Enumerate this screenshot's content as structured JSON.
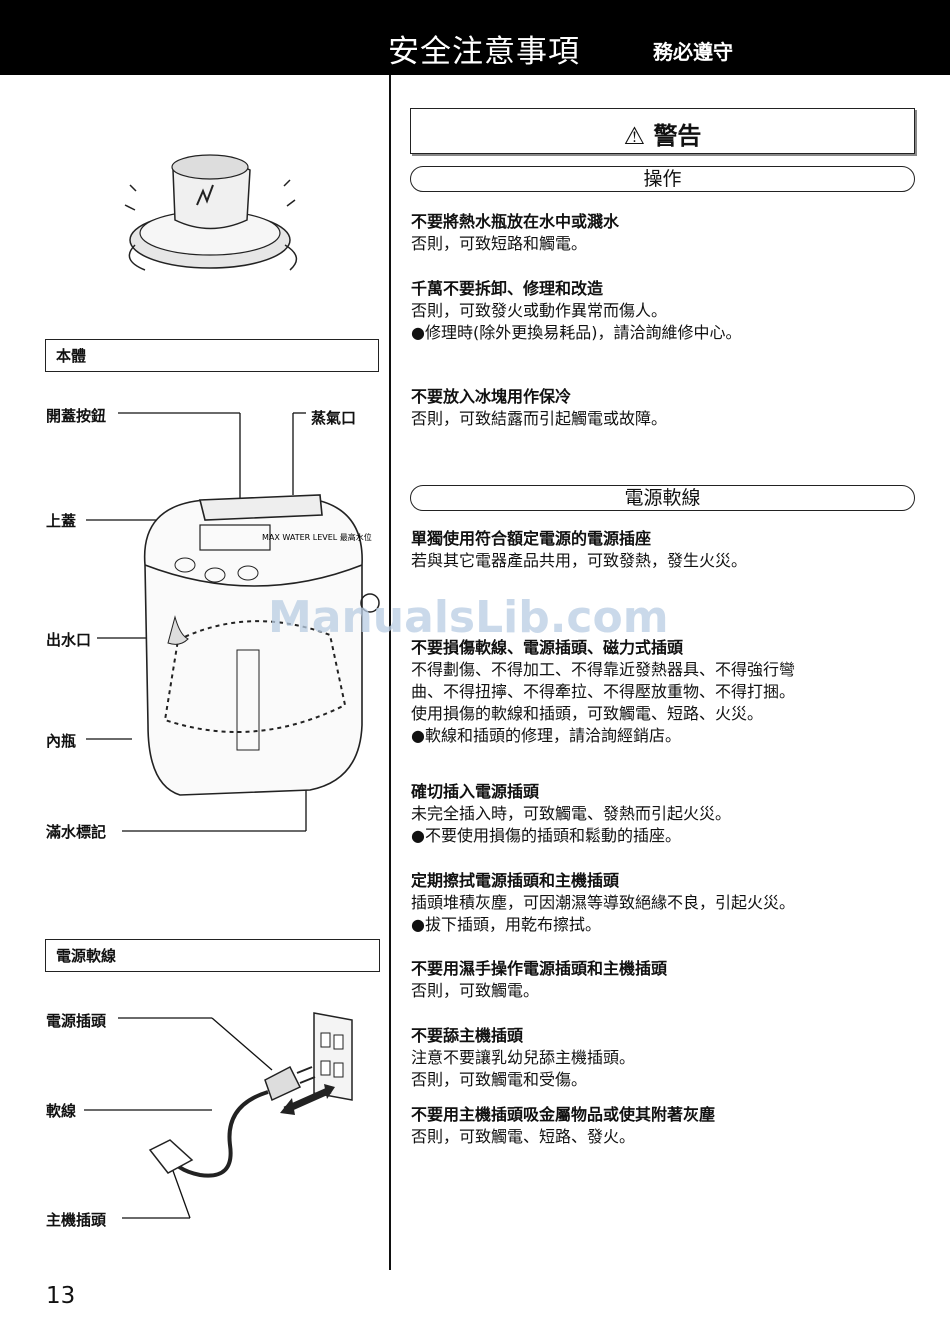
{
  "header": {
    "title": "安全注意事項",
    "subtitle": "務必遵守"
  },
  "left": {
    "body_section": "本體",
    "body_labels": {
      "open_button": "開蓋按鈕",
      "steam": "蒸氣口",
      "lid": "上蓋",
      "outlet": "出水口",
      "inner": "內瓶",
      "level": "滿水標記"
    },
    "cord_section": "電源軟線",
    "cord_labels": {
      "plug": "電源插頭",
      "cord": "軟線",
      "appliance_plug": "主機插頭"
    },
    "pot_marking": "MAX WATER LEVEL 最高水位"
  },
  "right": {
    "warning": "警告",
    "op_title": "操作",
    "op_items": [
      {
        "h": "不要將熱水瓶放在水中或濺水",
        "lines": [
          "否則，可致短路和觸電。"
        ]
      },
      {
        "h": "千萬不要拆卸、修理和改造",
        "lines": [
          "否則，可致發火或動作異常而傷人。",
          "●修理時(除外更換易耗品)，請洽詢維修中心。"
        ]
      },
      {
        "h": "不要放入冰塊用作保冷",
        "lines": [
          "否則，可致結露而引起觸電或故障。"
        ]
      }
    ],
    "cord_title": "電源軟線",
    "cord_items": [
      {
        "h": "單獨使用符合額定電源的電源插座",
        "lines": [
          "若與其它電器產品共用，可致發熱，發生火災。"
        ]
      },
      {
        "h": "不要損傷軟線、電源插頭、磁力式插頭",
        "lines": [
          "不得劃傷、不得加工、不得靠近發熱器具、不得強行彎",
          "曲、不得扭擰、不得牽拉、不得壓放重物、不得打捆。",
          "使用損傷的軟線和插頭，可致觸電、短路、火災。",
          "●軟線和插頭的修理，請洽詢經銷店。"
        ]
      },
      {
        "h": "確切插入電源插頭",
        "lines": [
          "未完全插入時，可致觸電、發熱而引起火災。",
          "●不要使用損傷的插頭和鬆動的插座。"
        ]
      },
      {
        "h": "定期擦拭電源插頭和主機插頭",
        "lines": [
          "插頭堆積灰塵，可因潮濕等導致絕緣不良，引起火災。",
          "●拔下插頭，用乾布擦拭。"
        ]
      },
      {
        "h": "不要用濕手操作電源插頭和主機插頭",
        "lines": [
          "否則，可致觸電。"
        ]
      },
      {
        "h": "不要舔主機插頭",
        "lines": [
          "注意不要讓乳幼兒舔主機插頭。",
          "否則，可致觸電和受傷。"
        ]
      },
      {
        "h": "不要用主機插頭吸金屬物品或使其附著灰塵",
        "lines": [
          "否則，可致觸電、短路、發火。"
        ]
      }
    ]
  },
  "page_number": "13",
  "watermark": "ManualsLib.com"
}
